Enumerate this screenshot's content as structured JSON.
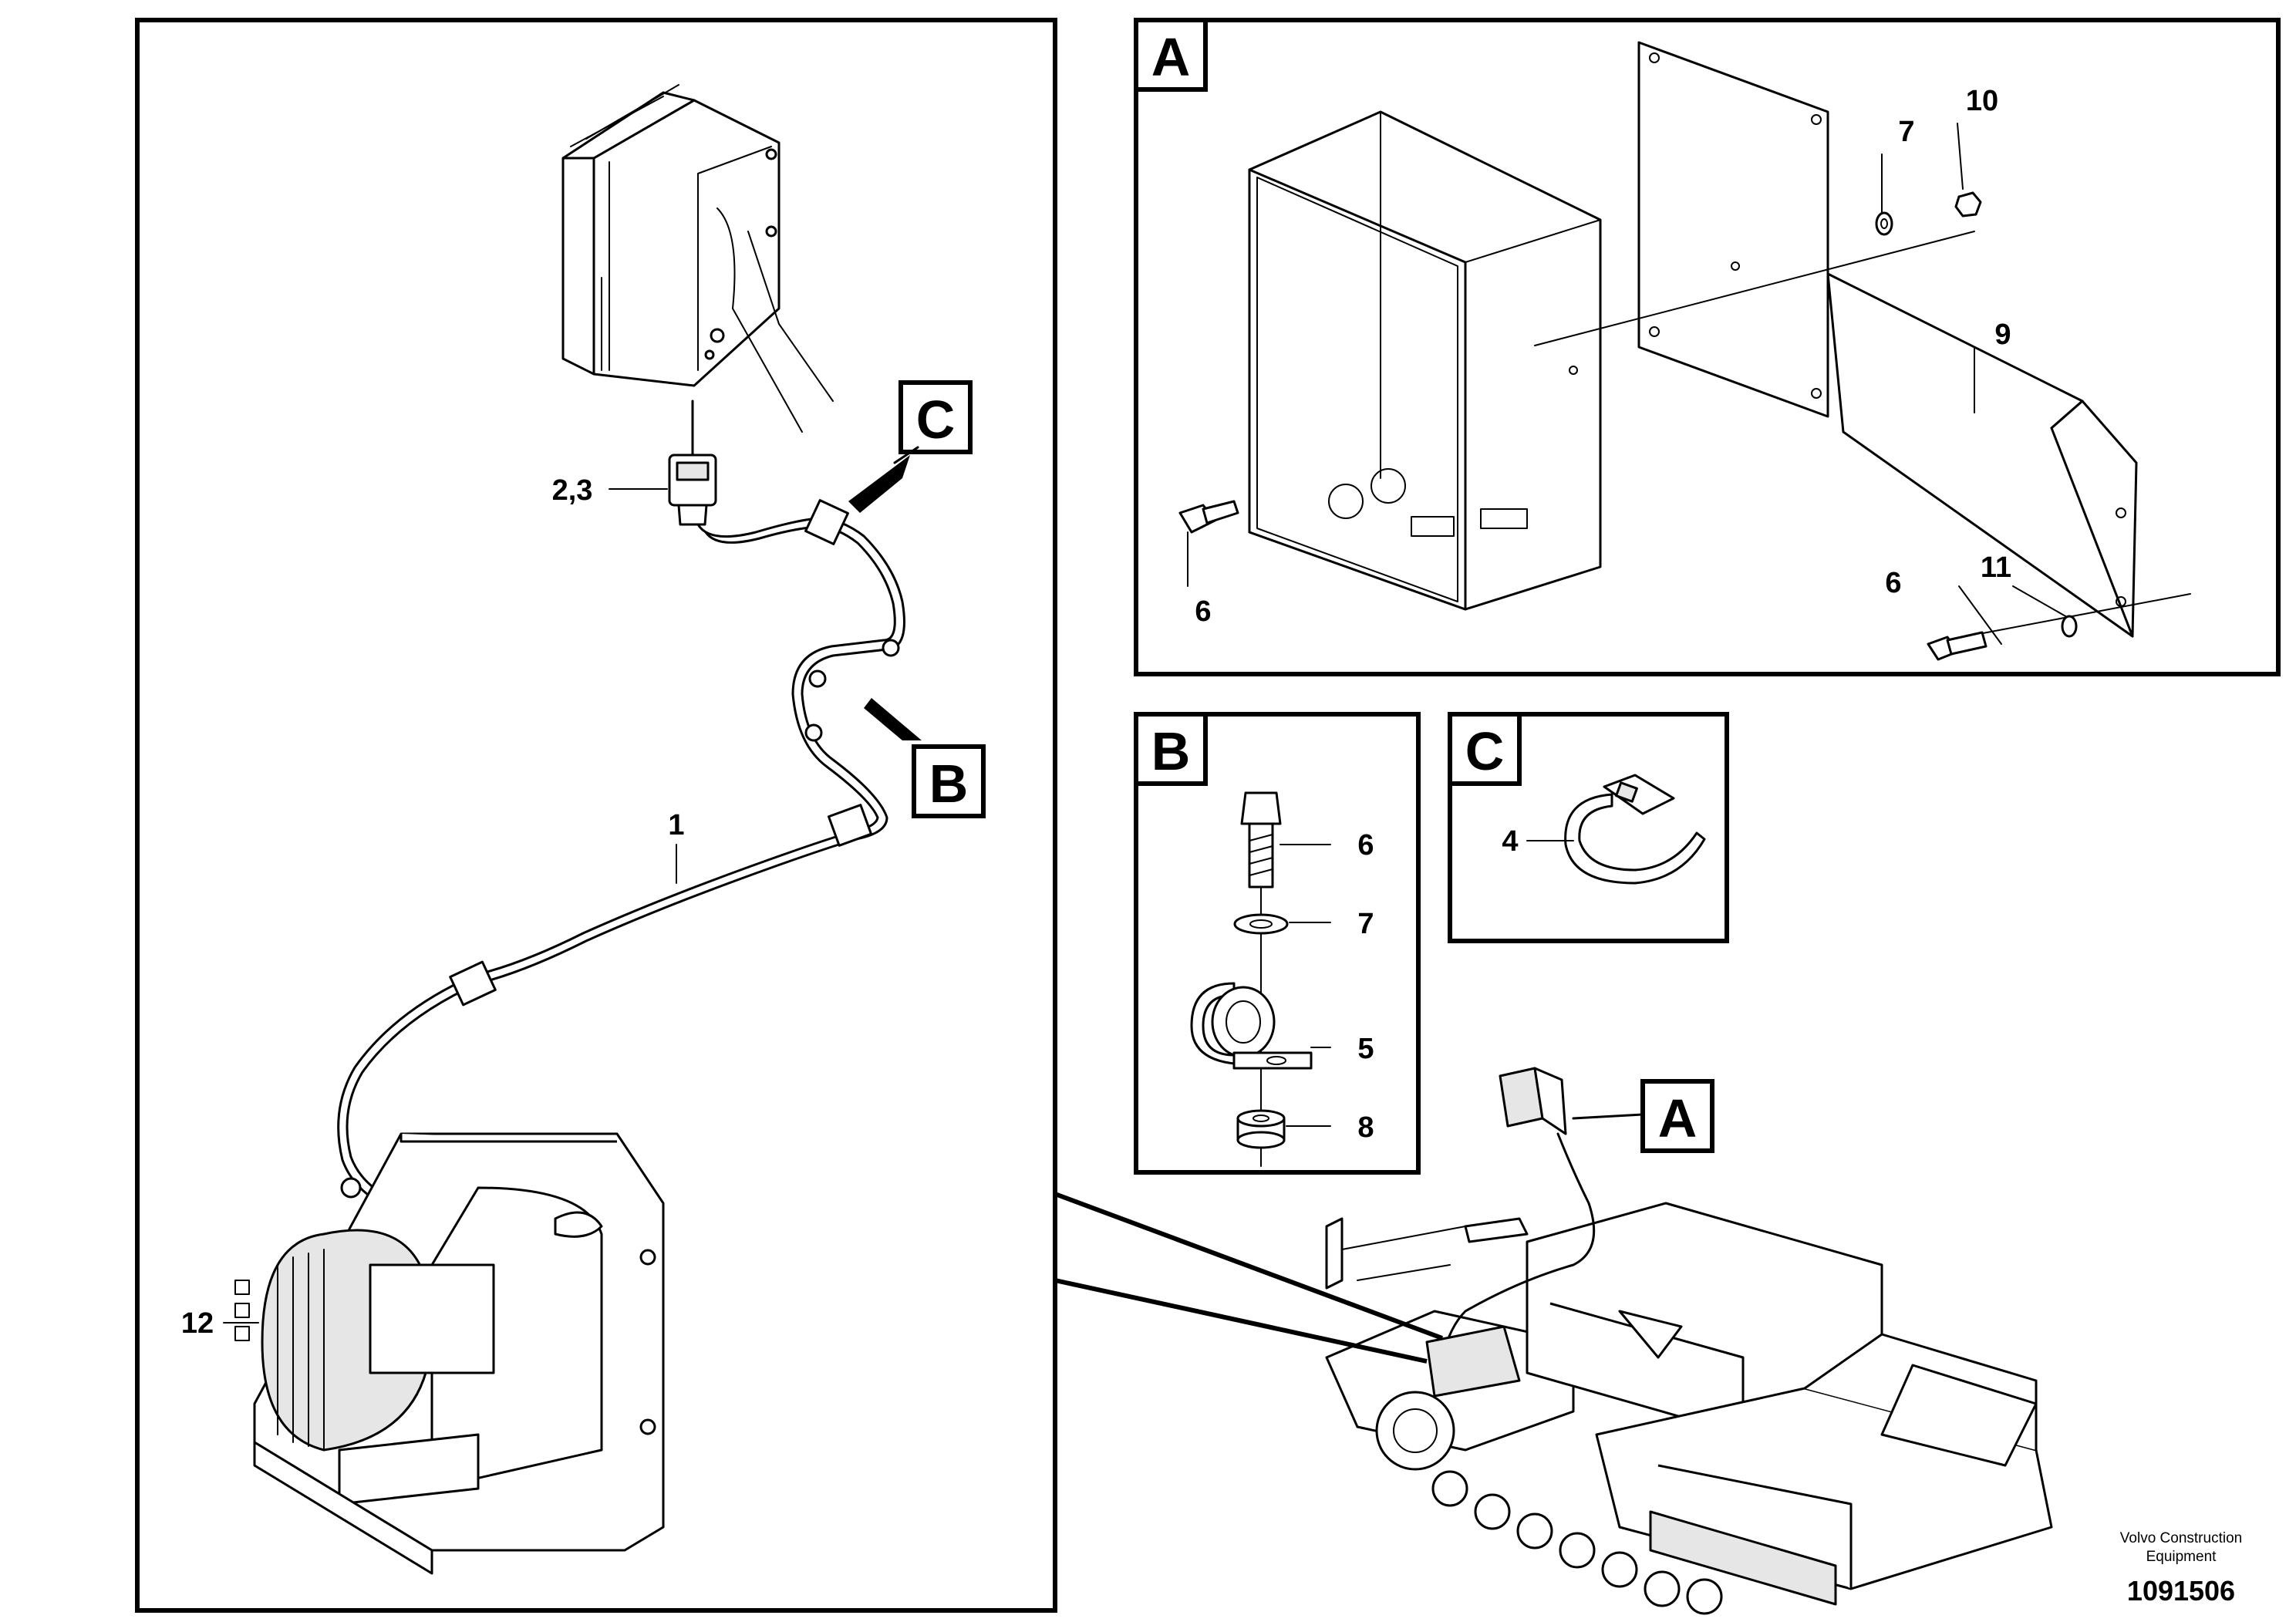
{
  "panels": {
    "main": {
      "tag": ""
    },
    "A": {
      "tag": "A"
    },
    "B": {
      "tag": "B"
    },
    "C": {
      "tag": "C"
    }
  },
  "overview_tags": {
    "A": "A",
    "B": "B",
    "C": "C"
  },
  "callouts": {
    "main": {
      "p1": "1",
      "p2_3": "2,3",
      "p12": "12"
    },
    "A": {
      "p6_left": "6",
      "p6_right": "6",
      "p7": "7",
      "p9": "9",
      "p10": "10",
      "p11": "11"
    },
    "B": {
      "p5": "5",
      "p6": "6",
      "p7": "7",
      "p8": "8"
    },
    "C": {
      "p4": "4"
    }
  },
  "footer": {
    "credit_line1": "Volvo Construction",
    "credit_line2": "Equipment",
    "document_number": "1091506"
  },
  "colors": {
    "line": "#000000",
    "background": "#ffffff",
    "fill_grey": "#e6e6e6"
  }
}
